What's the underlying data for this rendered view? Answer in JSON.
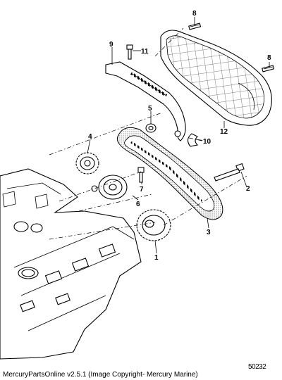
{
  "callouts": {
    "c1": "1",
    "c2": "2",
    "c3": "3",
    "c4": "4",
    "c5": "5",
    "c6": "6",
    "c7": "7",
    "c8a": "8",
    "c8b": "8",
    "c9": "9",
    "c10": "10",
    "c11": "11",
    "c12": "12"
  },
  "footer": {
    "copyright": "MercuryPartsOnline v2.5.1 (Image Copyright- Mercury Marine)",
    "figure_number": "50232"
  }
}
